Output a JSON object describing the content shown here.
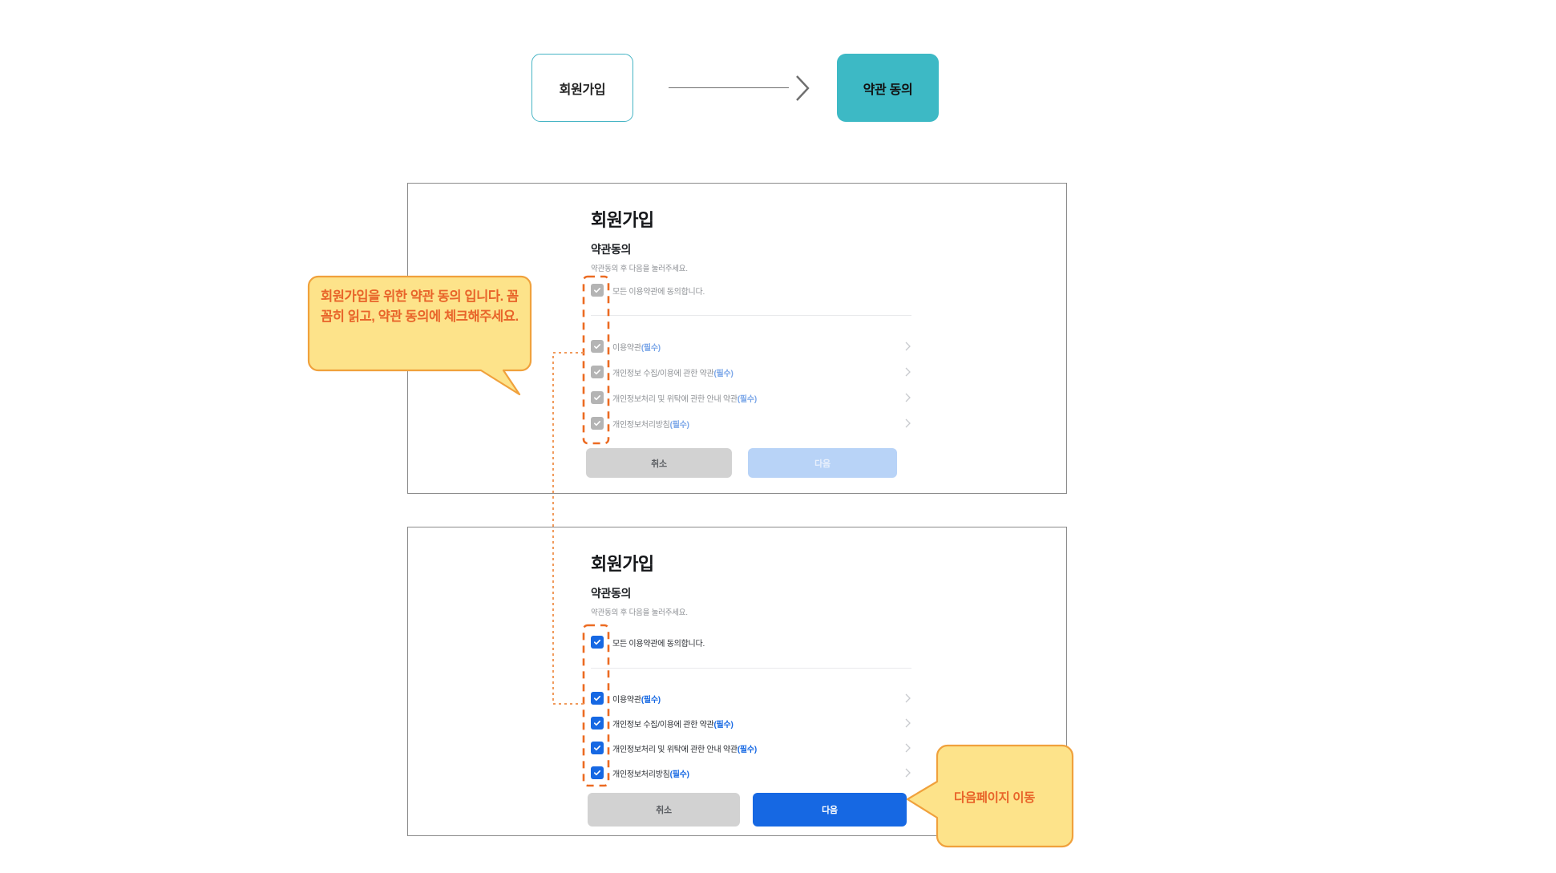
{
  "stepflow": {
    "steps": [
      {
        "label": "회원가입",
        "state": "inactive"
      },
      {
        "label": "약관 동의",
        "state": "active"
      }
    ],
    "connector_icon": "chevron-right-icon",
    "active_color": "#3db9c5",
    "inactive_border_color": "#46b4c4"
  },
  "screens": [
    {
      "id": "before",
      "title": "회원가입",
      "subtitle": "약관동의",
      "description": "약관동의 후 다음을 눌러주세요.",
      "agree_all": {
        "label": "모든 이용약관에 동의합니다.",
        "checked": false
      },
      "terms": [
        {
          "label": "이용약관",
          "required_tag": "(필수)",
          "checked": false,
          "chevron": "chevron-right-icon"
        },
        {
          "label": "개인정보 수집/이용에 관한 약관",
          "required_tag": "(필수)",
          "checked": false,
          "chevron": "chevron-right-icon"
        },
        {
          "label": "개인정보처리 및 위탁에 관한 안내 약관",
          "required_tag": "(필수)",
          "checked": false,
          "chevron": "chevron-right-icon"
        },
        {
          "label": "개인정보처리방침",
          "required_tag": "(필수)",
          "checked": false,
          "chevron": "chevron-right-icon"
        }
      ],
      "buttons": {
        "cancel": "취소",
        "next": "다음",
        "next_state": "disabled"
      }
    },
    {
      "id": "after",
      "title": "회원가입",
      "subtitle": "약관동의",
      "description": "약관동의 후 다음을 눌러주세요.",
      "agree_all": {
        "label": "모든 이용약관에 동의합니다.",
        "checked": true
      },
      "terms": [
        {
          "label": "이용약관",
          "required_tag": "(필수)",
          "checked": true,
          "chevron": "chevron-right-icon"
        },
        {
          "label": "개인정보 수집/이용에 관한 약관",
          "required_tag": "(필수)",
          "checked": true,
          "chevron": "chevron-right-icon"
        },
        {
          "label": "개인정보처리 및 위탁에 관한 안내 약관",
          "required_tag": "(필수)",
          "checked": true,
          "chevron": "chevron-right-icon"
        },
        {
          "label": "개인정보처리방침",
          "required_tag": "(필수)",
          "checked": true,
          "chevron": "chevron-right-icon"
        }
      ],
      "buttons": {
        "cancel": "취소",
        "next": "다음",
        "next_state": "active"
      }
    }
  ],
  "annotations": {
    "accent_color": "#e8642a",
    "bubble_fill": "#fde38a",
    "bubble_stroke": "#f0a13c",
    "callout_top": "회원가입을 위한 약관 동의 입니다. 꼼꼼히 읽고, 약관 동의에 체크해주세요.",
    "callout_bottom": "다음페이지 이동"
  }
}
